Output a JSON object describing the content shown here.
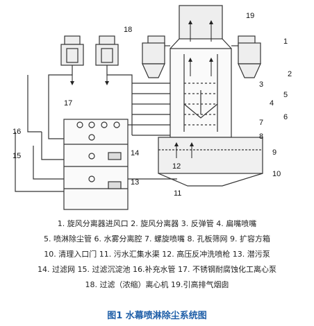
{
  "diagram": {
    "callouts": [
      "1",
      "2",
      "3",
      "4",
      "5",
      "6",
      "7",
      "8",
      "9",
      "10",
      "11",
      "12",
      "13",
      "14",
      "15",
      "16",
      "17",
      "18",
      "19"
    ]
  },
  "legend": {
    "lines": [
      "1. 旋风分离器进风口  2. 旋风分离器  3. 反弹管  4. 扁嘴喷嘴",
      "5. 喷淋除尘管  6. 水雾分离腔  7. 螺旋喷嘴  8. 孔板筛网  9. 扩容方箱",
      "10. 清理入口门  11. 污水汇集水渠  12. 高压反冲洗喷枪  13. 潜污泵",
      "14. 过滤网  15. 过滤沉淀池  16.补充水管  17. 不锈钢耐腐蚀化工离心泵",
      "18. 过滤（浓缩）离心机  19.引高排气烟囱"
    ]
  },
  "caption": "图1  水幕喷淋除尘系统图"
}
